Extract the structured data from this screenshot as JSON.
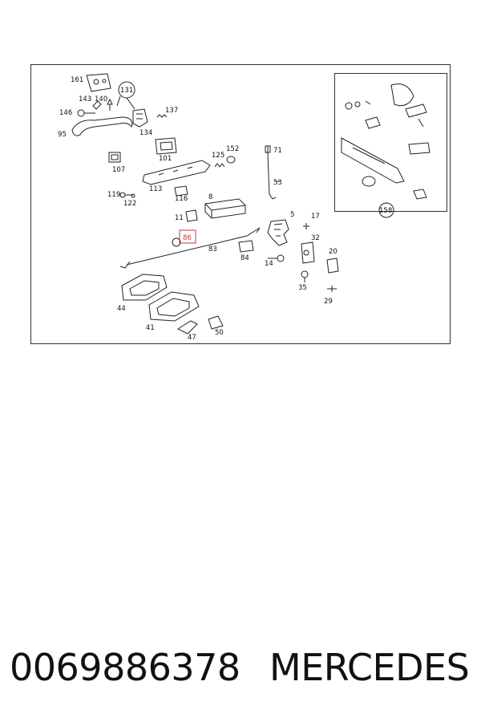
{
  "diagram": {
    "labels": {
      "l161": "161",
      "l131": "131",
      "l143": "143",
      "l140": "140",
      "l146": "146",
      "l137": "137",
      "l95": "95",
      "l134": "134",
      "l107": "107",
      "l101": "101",
      "l125": "125",
      "l152": "152",
      "l71": "71",
      "l113": "113",
      "l119": "119",
      "l116": "116",
      "l122": "122",
      "l8": "8",
      "l53": "53",
      "l11": "11",
      "l5": "5",
      "l17": "17",
      "l86": "86",
      "l83": "83",
      "l84": "84",
      "l32": "32",
      "l14": "14",
      "l20": "20",
      "l35": "35",
      "l44": "44",
      "l29": "29",
      "l41": "41",
      "l47": "47",
      "l50": "50",
      "l158": "158"
    },
    "highlight_color": "#d23333"
  },
  "footer": {
    "part_number": "0069886378",
    "brand": "MERCEDES"
  }
}
